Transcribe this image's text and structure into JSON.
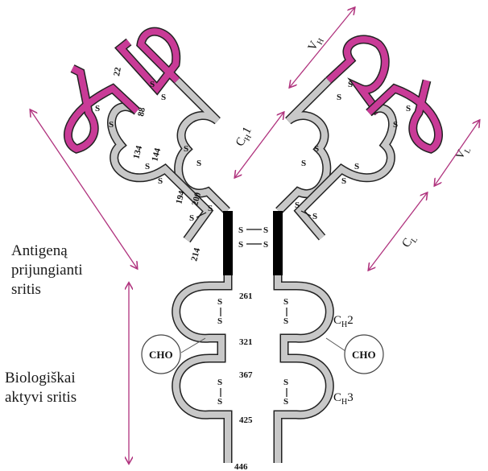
{
  "captions": {
    "antigen_region": "Antigeną\nprijungianti\nsritis",
    "biological_region": "Biologiškai\naktyvi sritis"
  },
  "residue_numbers": {
    "n22": "22",
    "n88": "88",
    "n134": "134",
    "n144": "144",
    "n194": "194",
    "n200": "200",
    "n214": "214",
    "n261": "261",
    "n321": "321",
    "n367": "367",
    "n425": "425",
    "n446": "446"
  },
  "domain_labels": {
    "vh": {
      "main": "V",
      "sub": "H"
    },
    "vl": {
      "main": "V",
      "sub": "L"
    },
    "ch1": {
      "main": "C",
      "sub": "H",
      "suffix": "1"
    },
    "cl": {
      "main": "C",
      "sub": "L"
    },
    "ch2": {
      "main": "C",
      "sub": "H",
      "suffix": "2"
    },
    "ch3": {
      "main": "C",
      "sub": "H",
      "suffix": "3"
    }
  },
  "carbohydrate": {
    "left": "CHO",
    "right": "CHO"
  },
  "disulfide": "S",
  "colors": {
    "variable": "#c93b97",
    "constant": "#c8c8c8",
    "hinge": "#000000",
    "arrows": "#b0337e",
    "outline": "#222222"
  }
}
